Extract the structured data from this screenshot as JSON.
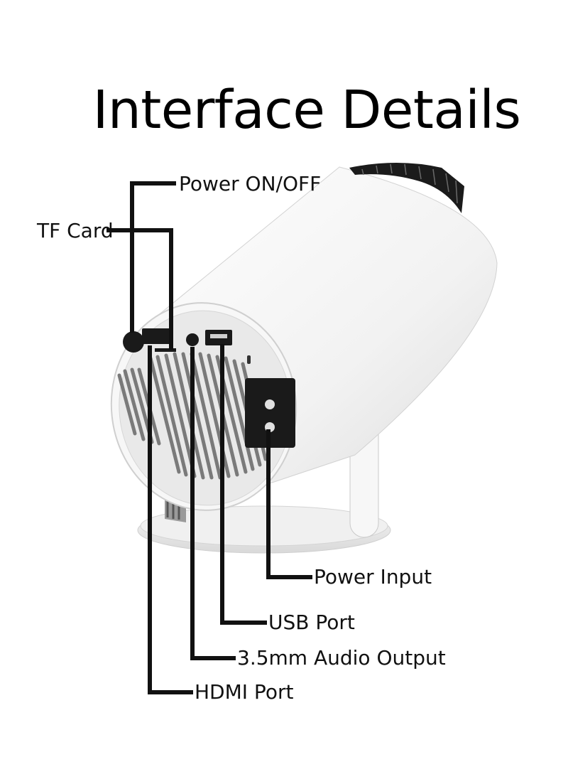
{
  "title": "Interface Details",
  "labels": {
    "power_switch": "Power ON/OFF",
    "tf_card": "TF Card",
    "power_input": "Power Input",
    "usb_port": "USB Port",
    "audio_output": "3.5mm Audio Output",
    "hdmi_port": "HDMI Port"
  },
  "colors": {
    "leader_line": "#111111",
    "body": "#f4f4f4",
    "back_panel": "#e6e6e6",
    "port": "#1a1a1a"
  }
}
